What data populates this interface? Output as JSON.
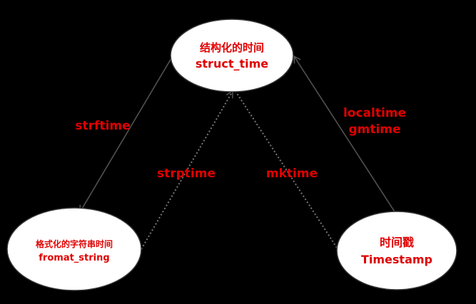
{
  "diagram": {
    "nodes": {
      "struct_time": {
        "line1": "结构化的时间",
        "line2": "struct_time"
      },
      "format_string": {
        "line1": "格式化的字符串时间",
        "line2": "fromat_string"
      },
      "timestamp": {
        "line1": "时间戳",
        "line2": "Timestamp"
      }
    },
    "edges": {
      "strftime": {
        "label": "strftime",
        "style": "solid"
      },
      "strptime": {
        "label": "strptime",
        "style": "dotted"
      },
      "mktime": {
        "label": "mktime",
        "style": "dotted"
      },
      "localtime_gmtime": {
        "label_line1": "localtime",
        "label_line2": "gmtime",
        "style": "solid"
      }
    },
    "colors": {
      "background": "#000000",
      "node_fill": "#ffffff",
      "node_stroke": "#333333",
      "text": "#e00000",
      "edge": "#555555"
    }
  }
}
